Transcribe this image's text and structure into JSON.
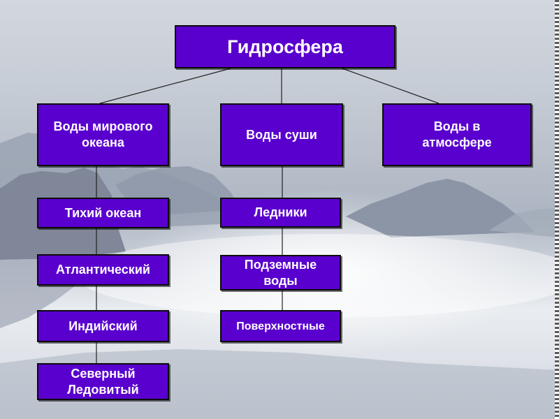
{
  "title": "Гидросфера",
  "branches": [
    {
      "label": "Воды мирового океана",
      "children": [
        "Тихий океан",
        "Атлантический",
        "Индийский",
        "Северный Ледовитый"
      ]
    },
    {
      "label": "Воды суши",
      "children": [
        "Ледники",
        "Подземные воды",
        "Поверхностные"
      ]
    },
    {
      "label": "Воды в атмосфере",
      "children": []
    }
  ],
  "colors": {
    "box_fill": "#5a00ce",
    "box_border": "#0c0c0c",
    "text": "#ffffff",
    "connector": "#222222"
  }
}
